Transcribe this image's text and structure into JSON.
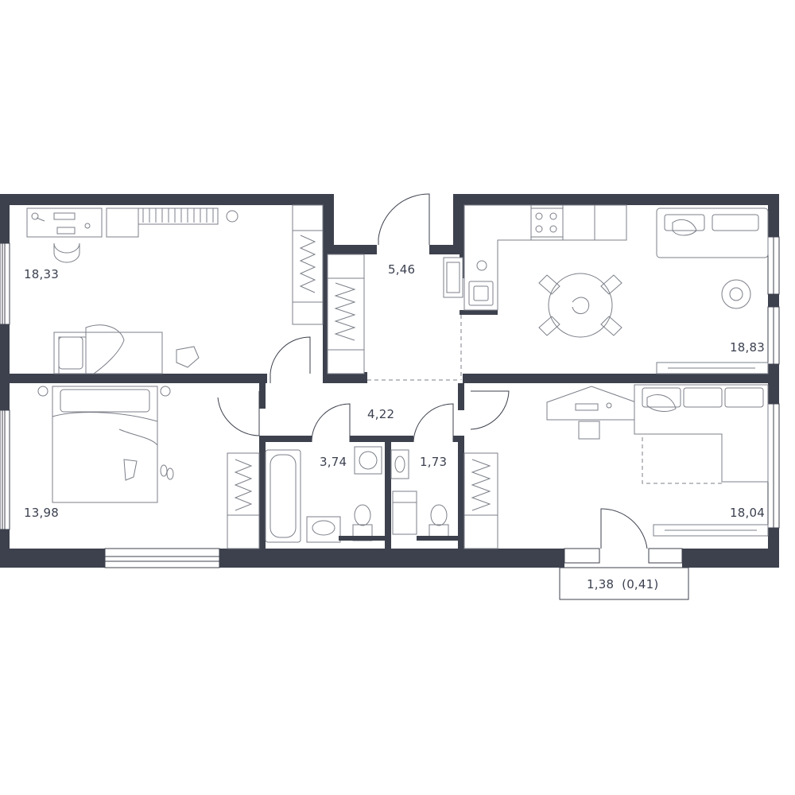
{
  "rooms": {
    "bedroom_top": {
      "area": "18,33"
    },
    "hall": {
      "area": "5,46"
    },
    "kitchen_living": {
      "area": "18,83"
    },
    "bedroom_bottom": {
      "area": "13,98"
    },
    "corridor": {
      "area": "4,22"
    },
    "bathroom": {
      "area": "3,74"
    },
    "wc": {
      "area": "1,73"
    },
    "living": {
      "area": "18,04"
    },
    "balcony": {
      "area": "1,38",
      "reduced_area": "(0,41)"
    }
  },
  "icons": [
    "door-swing-icon",
    "window-icon",
    "bed-icon",
    "sofa-icon",
    "desk-icon",
    "stove-icon",
    "sink-icon",
    "bathtub-icon",
    "toilet-icon",
    "dining-table-icon",
    "wardrobe-icon",
    "tv-stand-icon"
  ],
  "colors": {
    "wall": "#3d414d",
    "furniture": "#7b7f88",
    "background": "#ffffff",
    "text": "#3c4150"
  }
}
